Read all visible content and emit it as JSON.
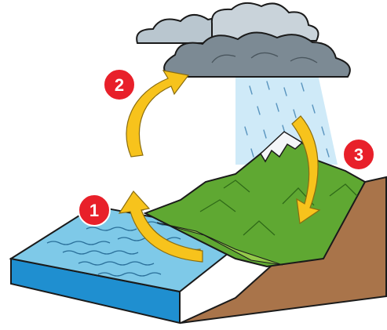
{
  "diagram": {
    "steps": [
      {
        "number": "1",
        "arrow": "evaporation-arrow"
      },
      {
        "number": "2",
        "arrow": "condensation-arrow"
      },
      {
        "number": "3",
        "arrow": "precipitation-arrow"
      }
    ]
  },
  "colors": {
    "badge": "#e8202a",
    "arrow": "#f7c31c",
    "arrow_outline": "#8a6d10",
    "water_top": "#7ec9e8",
    "water_side": "#2aa3de",
    "water_front": "#1f8fd0",
    "cloud_light": "#b9c6cf",
    "cloud_dark": "#7c8a94",
    "rain": "#bfe3f5",
    "mountain_green": "#5fa832",
    "mountain_light": "#93c94a",
    "snow": "#f4f6f8",
    "earth": "#a9744a",
    "outline": "#1a1a1a"
  }
}
